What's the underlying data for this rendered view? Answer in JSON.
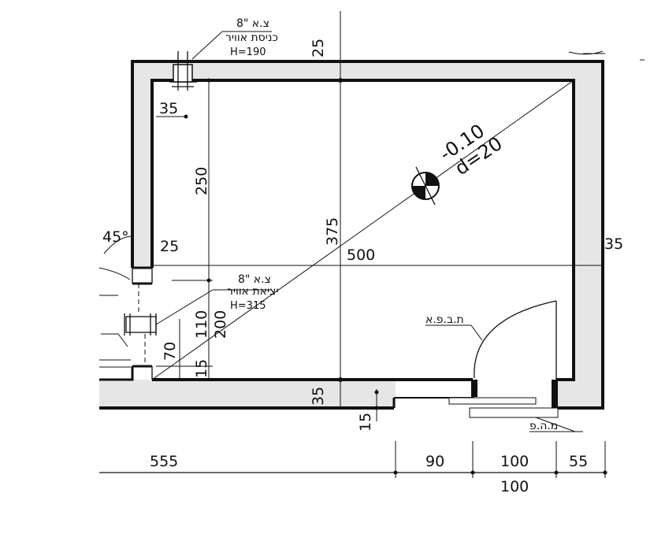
{
  "top_note": {
    "size": "8\" צ.א",
    "label": "כניסת אוויר",
    "height": "H=190"
  },
  "mid_note": {
    "size": "8\" צ.א",
    "label": "יציאת אוויר",
    "height": "H=315"
  },
  "door_label": "ת.ב.פ.א",
  "bottom_label": "מ.ה.פ",
  "drain": {
    "level": "-0.10",
    "diameter": "d=20"
  },
  "angle": "45°",
  "dims": {
    "top_wall": "25",
    "left_35": "35",
    "d250": "250",
    "d375": "375",
    "d500": "500",
    "left_25": "25",
    "right_35": "35",
    "d110": "110",
    "d200": "200",
    "d70": "70",
    "d15_left": "15",
    "d35_bottom": "35",
    "d15_bottom": "15"
  },
  "bottom_dims": {
    "d555": "555",
    "d90": "90",
    "d100a": "100",
    "d55": "55",
    "d100b": "100"
  }
}
